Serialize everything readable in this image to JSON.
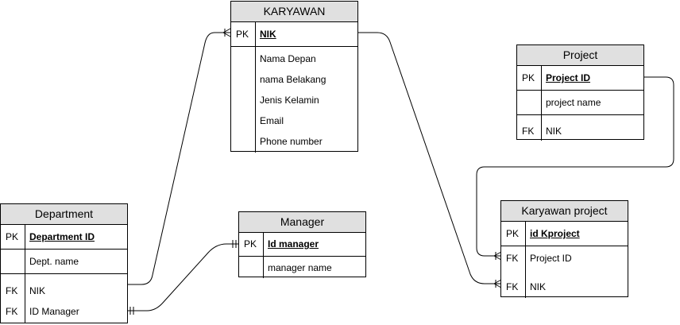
{
  "entities": {
    "karyawan": {
      "title": "KARYAWAN",
      "pk": {
        "key": "PK",
        "attr": "NIK"
      },
      "attrs": [
        "Nama Depan",
        "nama Belakang",
        "Jenis Kelamin",
        "Email",
        "Phone number"
      ]
    },
    "project": {
      "title": "Project",
      "pk": {
        "key": "PK",
        "attr": "Project ID"
      },
      "attrs": [
        "project name"
      ],
      "fk": [
        {
          "key": "FK",
          "attr": "NIK"
        }
      ]
    },
    "department": {
      "title": "Department",
      "pk": {
        "key": "PK",
        "attr": "Department ID"
      },
      "attrs": [
        "Dept. name"
      ],
      "fk": [
        {
          "key": "FK",
          "attr": "NIK"
        },
        {
          "key": "FK",
          "attr": "ID Manager"
        }
      ]
    },
    "manager": {
      "title": "Manager",
      "pk": {
        "key": "PK",
        "attr": "Id manager"
      },
      "attrs": [
        "manager name"
      ]
    },
    "karyawan_project": {
      "title": "Karyawan project",
      "pk": {
        "key": "PK",
        "attr": "id Kproject"
      },
      "fk": [
        {
          "key": "FK",
          "attr": "Project ID"
        },
        {
          "key": "FK",
          "attr": "NIK"
        }
      ]
    }
  },
  "relationships": [
    {
      "from": "department.NIK",
      "to": "karyawan.NIK",
      "end": "one-or-many"
    },
    {
      "from": "department.ID Manager",
      "to": "manager.Id manager",
      "end": "one-and-only-one"
    },
    {
      "from": "karyawan.NIK",
      "to": "karyawan_project.NIK",
      "end": "one-or-many"
    },
    {
      "from": "project.Project ID",
      "to": "karyawan_project.Project ID",
      "end": "one-or-many"
    }
  ]
}
